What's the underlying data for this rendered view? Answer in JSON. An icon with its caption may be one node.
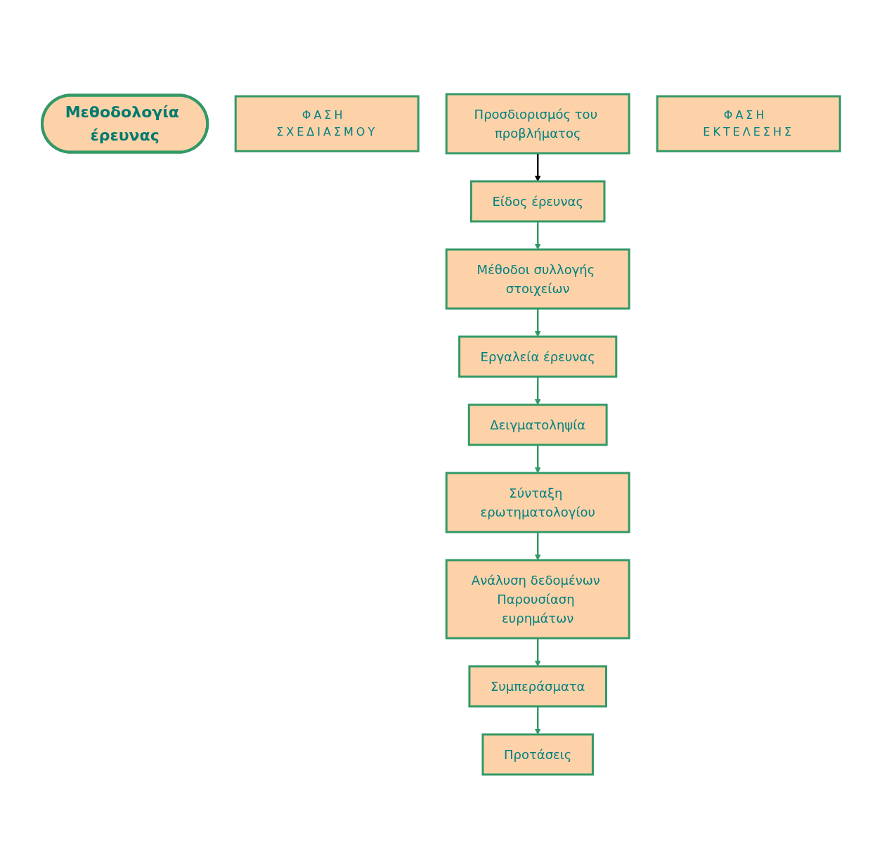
{
  "diagram": {
    "nodes": [
      {
        "text": [
          "Μεθοδολογία έρευνας"
        ]
      },
      {
        "text": [
          "ΦΑΣΗ ΣΧΕΔΙΑΣΜΟΥ"
        ]
      },
      {
        "text": [
          "Προσδιορισμός του προβλήματος"
        ]
      },
      {
        "text": [
          "Είδος έρευνας"
        ]
      },
      {
        "text": [
          "Μέθοδοι συλλογής στοιχείων"
        ]
      },
      {
        "text": [
          "Εργαλεία έρευνας"
        ]
      },
      {
        "text": [
          "Δειγματοληψία"
        ]
      },
      {
        "text": [
          "Σύνταξη ερωτηματολογίου"
        ]
      },
      {
        "text": [
          "Ανάλυση δεδομένων Παρουσίαση ευρημάτων"
        ]
      },
      {
        "text": [
          "Συμπεράσματα"
        ]
      },
      {
        "text": [
          "Προτάσεις"
        ]
      },
      {
        "text": [
          "ΦΑΣΗ ΕΚΤΕΛΕΣΗΣ"
        ]
      }
    ],
    "edges": [
      {
        "from": 2,
        "to": 3,
        "arrow": "to",
        "color": "#000000"
      },
      {
        "from": 3,
        "to": 4,
        "arrow": "to"
      },
      {
        "from": 4,
        "to": 5,
        "arrow": "to"
      },
      {
        "from": 5,
        "to": 6,
        "arrow": "to"
      },
      {
        "from": 6,
        "to": 7,
        "arrow": "to"
      },
      {
        "from": 7,
        "to": 8,
        "arrow": "to"
      },
      {
        "from": 8,
        "to": 9,
        "arrow": "to"
      },
      {
        "from": 9,
        "to": 10,
        "arrow": "to"
      }
    ]
  }
}
